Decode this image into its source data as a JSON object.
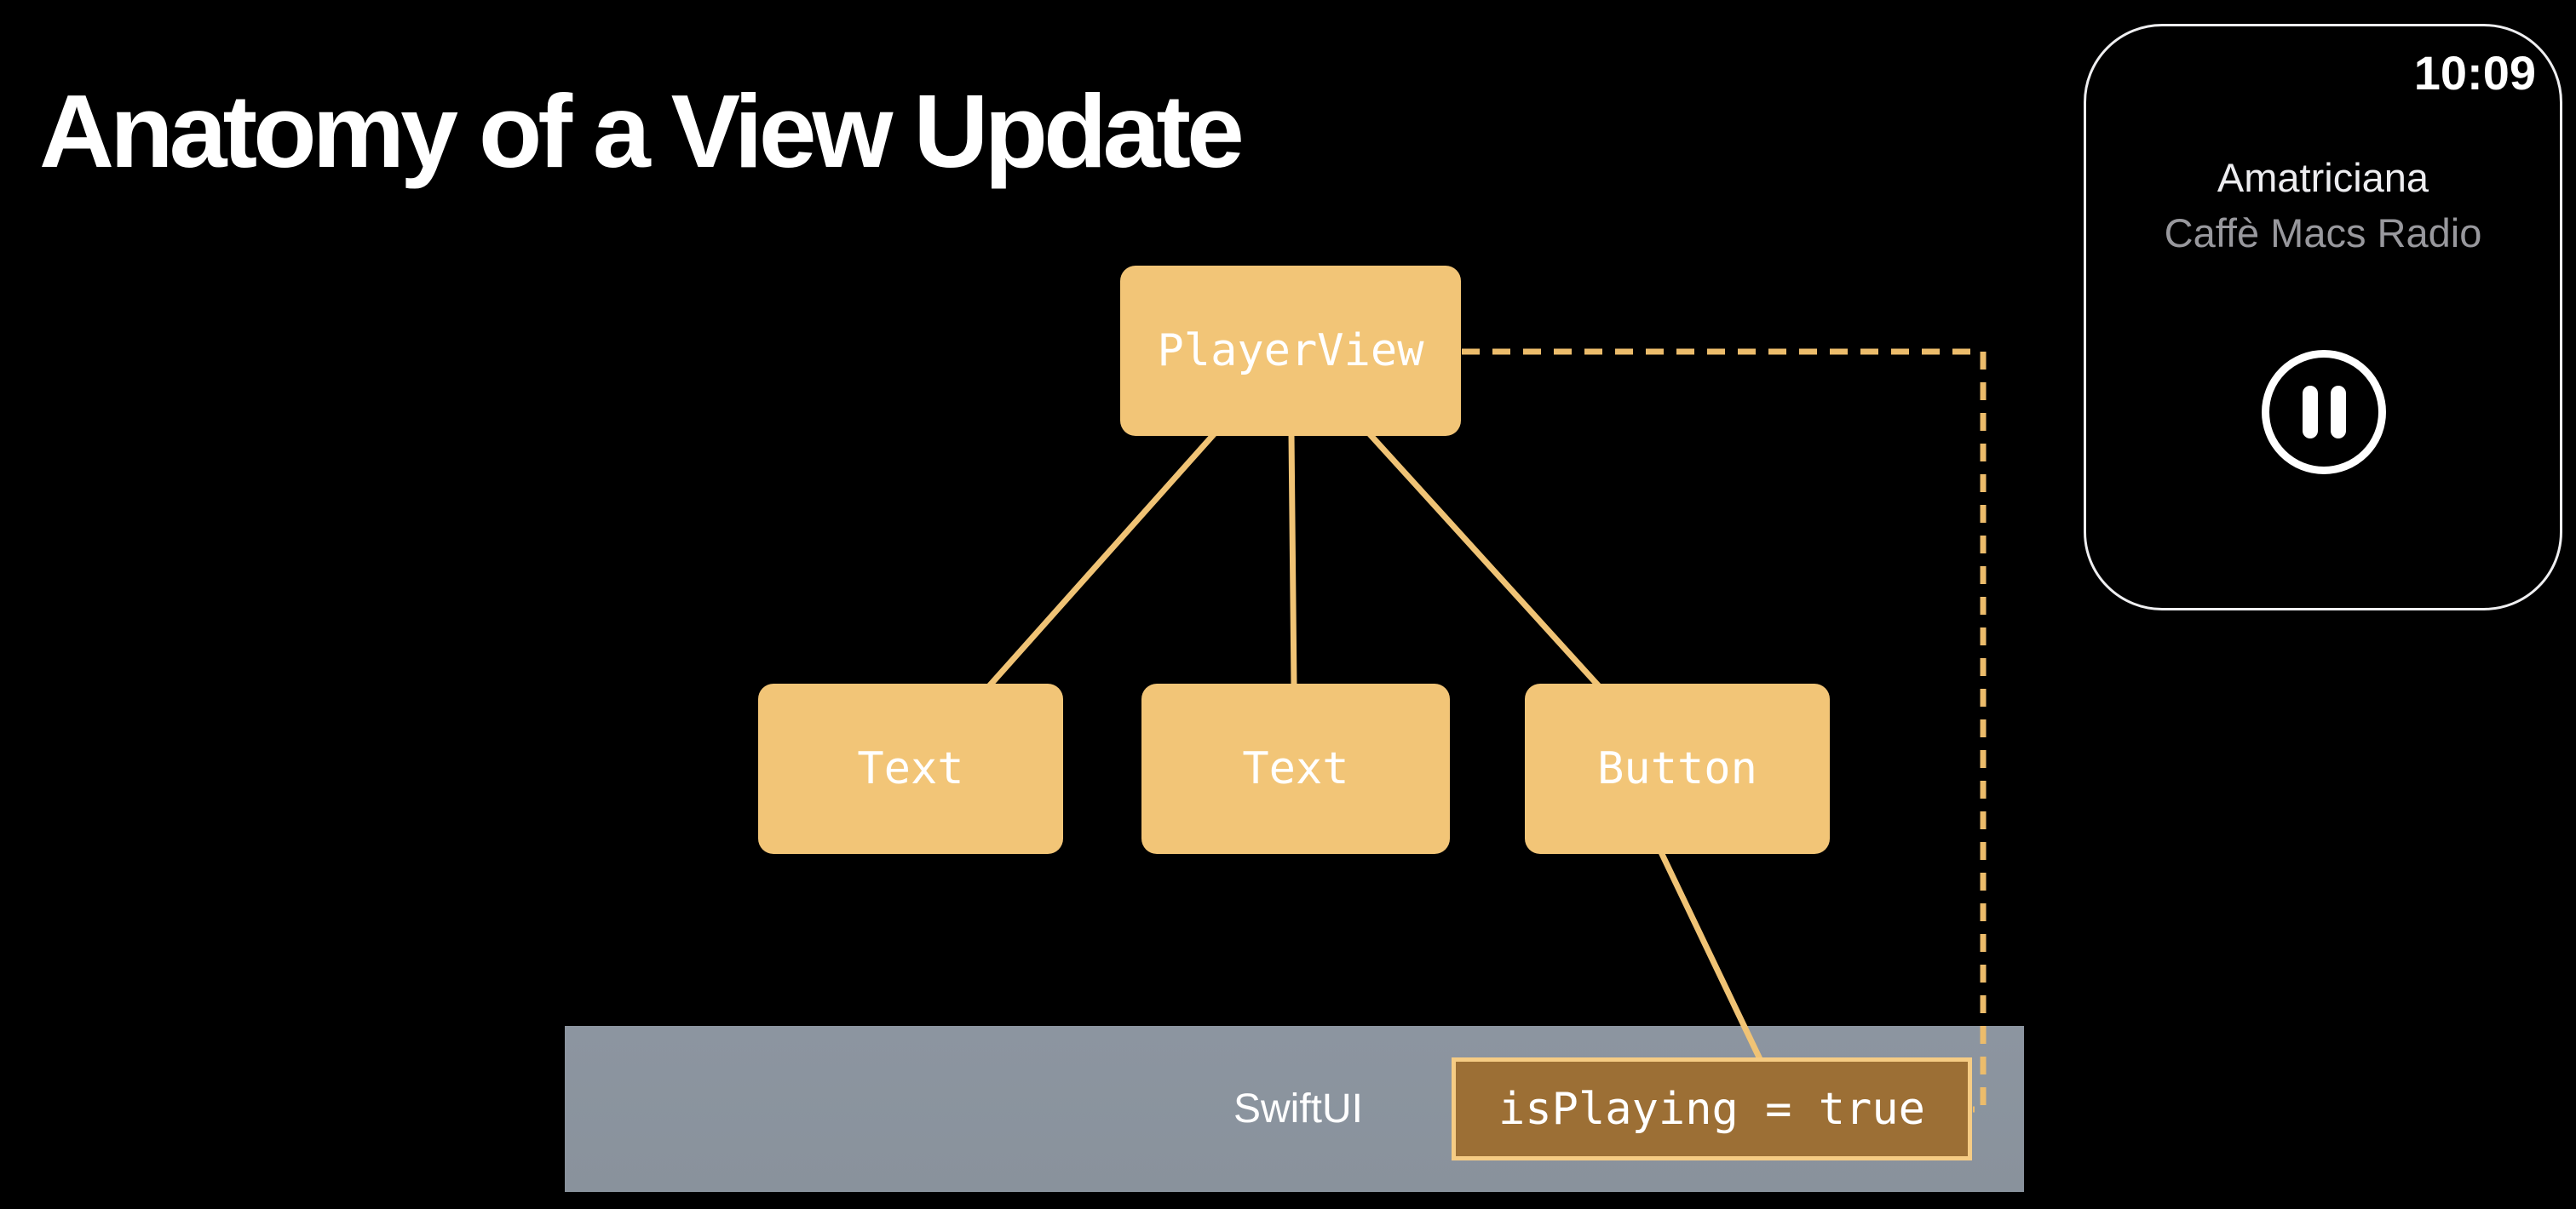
{
  "slide": {
    "title": "Anatomy of a View Update"
  },
  "colors": {
    "background": "#000000",
    "node_fill": "#F2C577",
    "connector_line": "#F0C375",
    "dashed_line": "#ECBC6B",
    "state_box_fill": "#9C6F35",
    "state_box_border": "#F6CC84",
    "runtime_bar": "#8B949E",
    "text_primary": "#FFFFFF",
    "watch_secondary_text": "#98989D"
  },
  "diagram": {
    "nodes": [
      {
        "id": "player-view",
        "label": "PlayerView"
      },
      {
        "id": "text-1",
        "label": "Text"
      },
      {
        "id": "text-2",
        "label": "Text"
      },
      {
        "id": "button",
        "label": "Button"
      }
    ],
    "runtime": {
      "label": "SwiftUI",
      "state_value": "isPlaying = true"
    }
  },
  "watch": {
    "time": "10:09",
    "song_title": "Amatriciana",
    "station": "Caffè Macs Radio",
    "control_icon": "pause-icon"
  }
}
